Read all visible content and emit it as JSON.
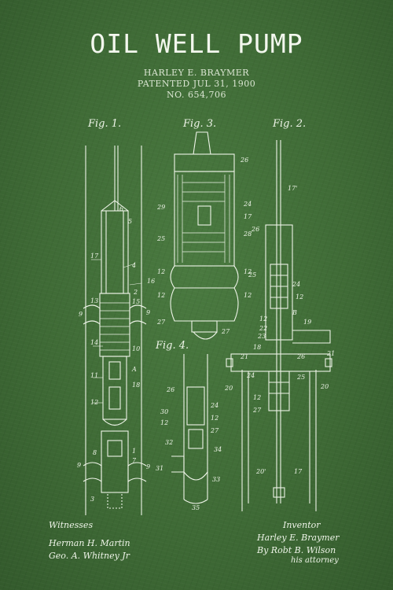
{
  "header": {
    "title": "OIL WELL PUMP",
    "inventor": "HARLEY E. BRAYMER",
    "patented": "PATENTED JUL 31, 1900",
    "number": "NO. 654,706"
  },
  "figures": {
    "fig1": "Fig. 1.",
    "fig2": "Fig. 2.",
    "fig3": "Fig. 3.",
    "fig4": "Fig. 4."
  },
  "signatures": {
    "witnesses_label": "Witnesses",
    "witness_1": "Herman H. Martin",
    "witness_2": "Geo. A. Whitney Jr",
    "inventor_label": "Inventor",
    "inventor_sig": "Harley E. Braymer",
    "attorney_by": "By Robt B. Wilson",
    "attorney_role": "his attorney"
  },
  "colors": {
    "background": "#3f6b36",
    "ink": "#eef4e8"
  }
}
